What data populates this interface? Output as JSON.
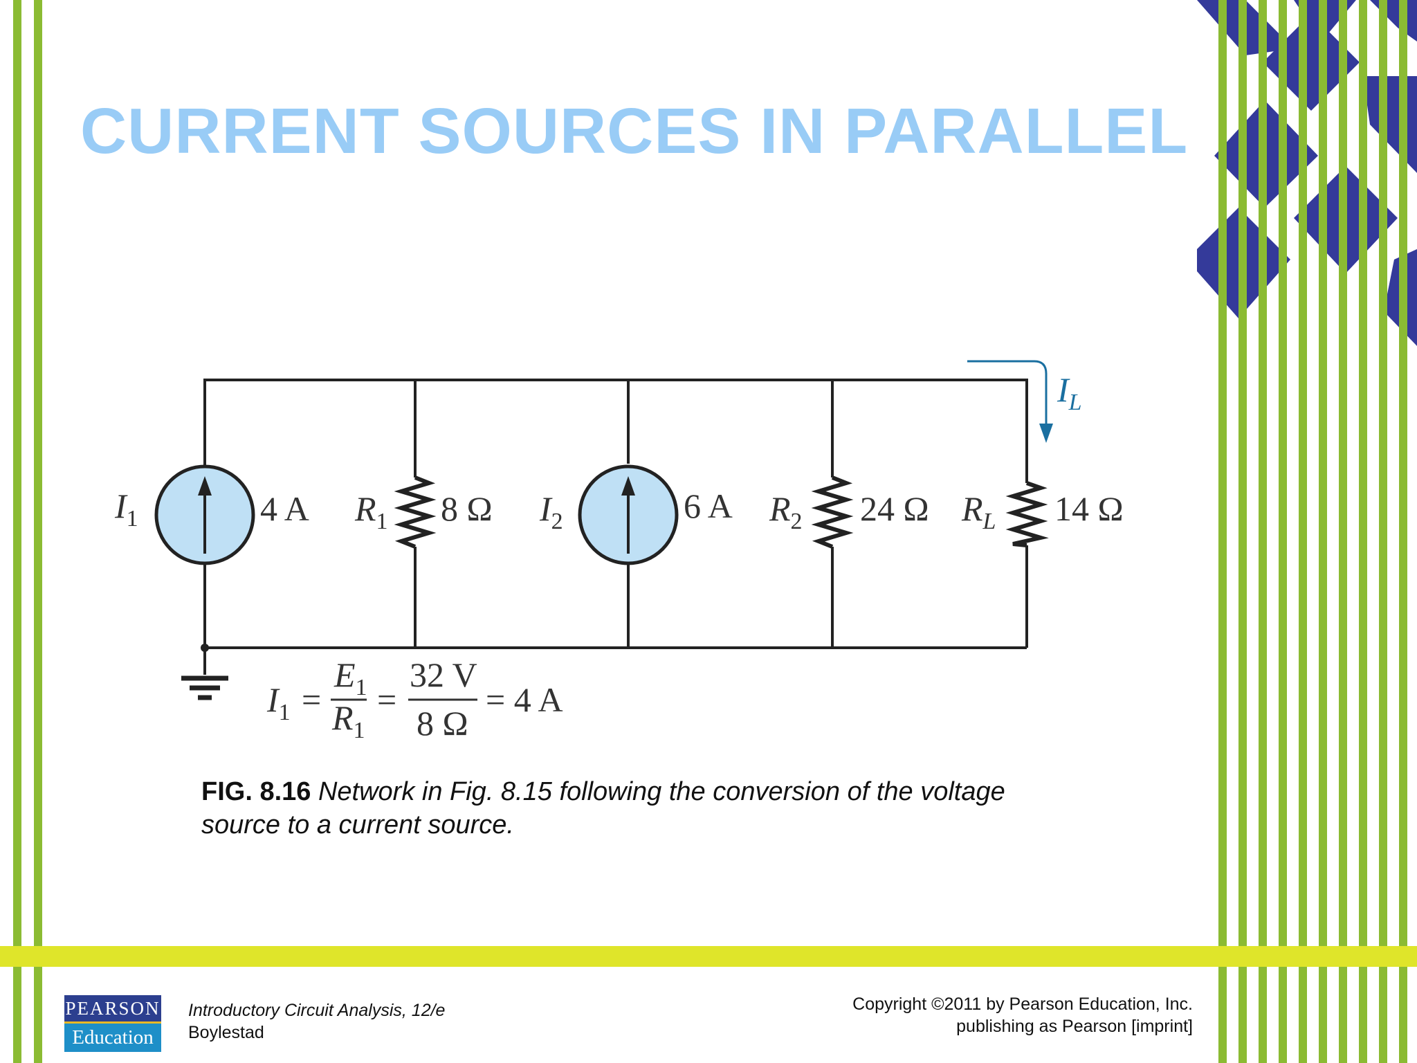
{
  "slide": {
    "title": "CURRENT SOURCES IN PARALLEL",
    "title_color": "#99ccf6",
    "accent_green": "#8bbb33",
    "band_color": "#dfe52a",
    "diamond_color": "#343a9a"
  },
  "circuit": {
    "source1": {
      "name": "I",
      "sub": "1",
      "value": "4 A"
    },
    "resistor1": {
      "name": "R",
      "sub": "1",
      "value": "8 Ω"
    },
    "source2": {
      "name": "I",
      "sub": "2",
      "value": "6 A"
    },
    "resistor2": {
      "name": "R",
      "sub": "2",
      "value": "24 Ω"
    },
    "load": {
      "name": "R",
      "sub": "L",
      "value": "14 Ω"
    },
    "load_current": {
      "name": "I",
      "sub": "L"
    },
    "source_fill": "#bfe0f5",
    "arrow_color": "#1a6fa0"
  },
  "equation": {
    "lhs": "I",
    "lhs_sub": "1",
    "num1": "E",
    "num1_sub": "1",
    "den1": "R",
    "den1_sub": "1",
    "num2": "32 V",
    "den2": "8 Ω",
    "result": "= 4 A",
    "eq": "="
  },
  "caption": {
    "fig": "FIG. 8.16",
    "text": "Network in Fig. 8.15 following the conversion of the voltage source to a current source."
  },
  "footer": {
    "logo_top": "PEARSON",
    "logo_bottom": "Education",
    "book_title": "Introductory Circuit Analysis, 12/e",
    "author": "Boylestad",
    "copyright_line1": "Copyright ©2011 by Pearson Education, Inc.",
    "copyright_line2": "publishing as Pearson [imprint]"
  }
}
